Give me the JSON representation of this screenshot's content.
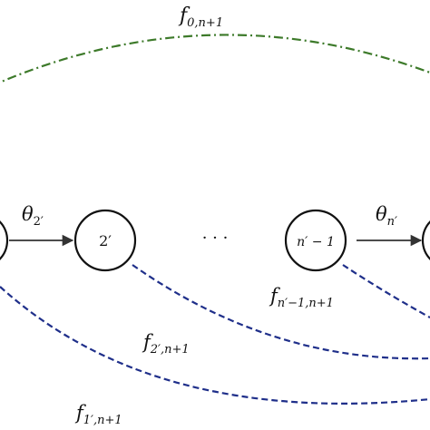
{
  "colors": {
    "green_edge": "#3d7a2a",
    "blue_edge": "#1f2f8a",
    "node_stroke": "#111111",
    "arrow": "#333333"
  },
  "nodes": {
    "node_2prime": "2′",
    "node_nprime_minus_1": "n′ − 1",
    "ellipsis": "· · ·"
  },
  "edges": {
    "theta_2prime": {
      "base": "θ",
      "sub": "2′"
    },
    "theta_nprime": {
      "base": "θ",
      "sub": "n′"
    },
    "f_0_np1": {
      "base": "f",
      "sub": "0,n+1"
    },
    "f_nprime_minus_1_np1": {
      "base": "f",
      "sub": "n′−1,n+1"
    },
    "f_2prime_np1": {
      "base": "f",
      "sub": "2′,n+1"
    },
    "f_1prime_np1": {
      "base": "f",
      "sub": "1′,n+1"
    }
  }
}
